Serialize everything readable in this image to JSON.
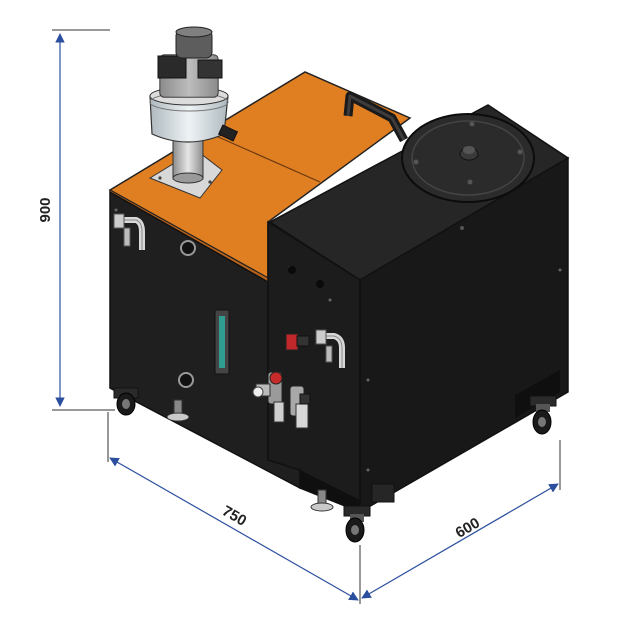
{
  "dimensions": {
    "height": "900",
    "length": "750",
    "width": "600"
  },
  "colors": {
    "body": "#222222",
    "body_dark": "#161616",
    "lid": "#e07f22",
    "lid_shade": "#b9631a",
    "dimension_line": "#2b4f9e",
    "metal": "#b8b8b8",
    "glass": "#c9d6dc"
  },
  "icons": {
    "motor": "electric-motor-icon",
    "filter": "filter-housing-icon",
    "pressure_regulator": "pressure-regulator-icon",
    "caster": "caster-wheel-icon",
    "sight_glass": "level-sight-glass-icon"
  }
}
